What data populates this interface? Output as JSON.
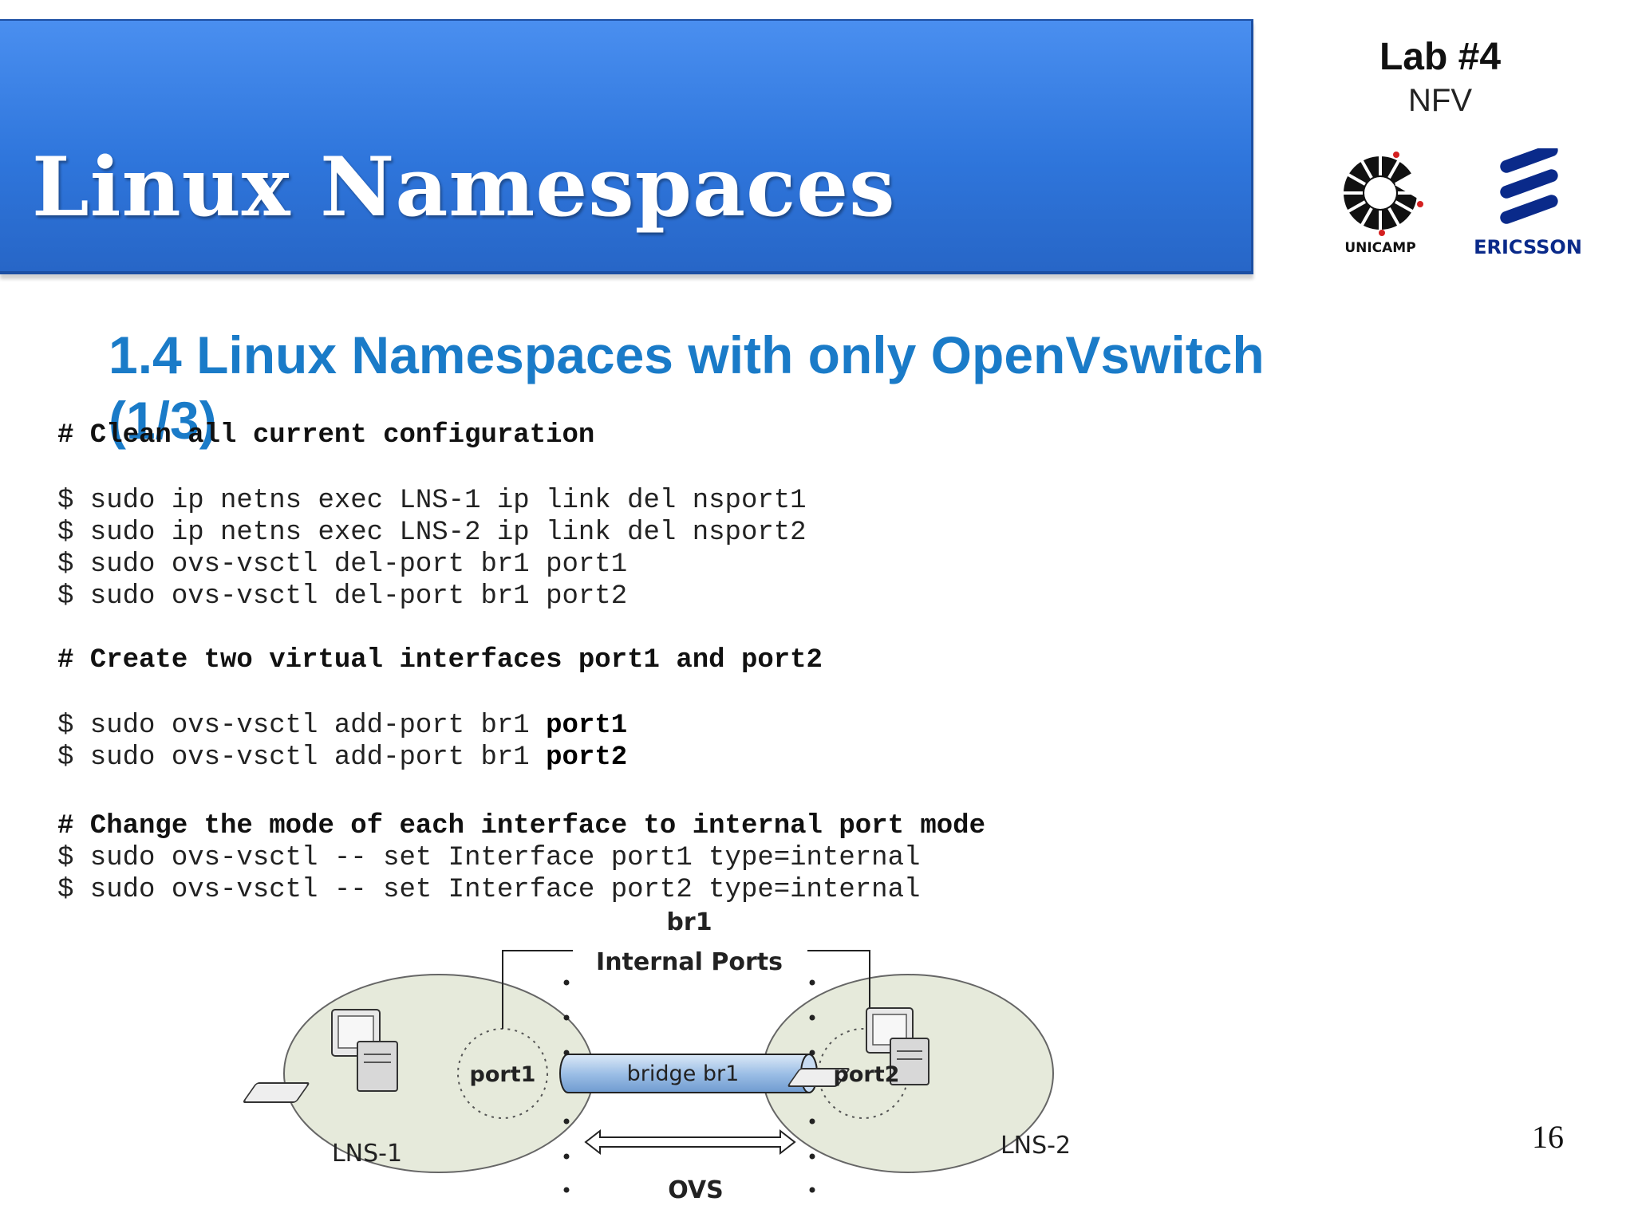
{
  "header": {
    "title": "Linux Namespaces",
    "lab": "Lab #4",
    "course": "NFV",
    "logos": [
      {
        "name": "unicamp-logo",
        "text": "UNICAMP"
      },
      {
        "name": "ericsson-logo",
        "text": "ERICSSON"
      }
    ],
    "colors": {
      "banner": "#2f76dc",
      "heading": "#1a7bc8",
      "ericsson": "#0a2a8a"
    }
  },
  "section": {
    "heading": "1.4 Linux Namespaces with only OpenVswitch (1/3)"
  },
  "code": {
    "comment1": "# Clean all current configuration",
    "clean_cmds": [
      "$ sudo ip netns exec LNS-1 ip link del nsport1",
      "$ sudo ip netns exec LNS-2 ip link del nsport2",
      "$ sudo ovs-vsctl del-port br1 port1",
      "$ sudo ovs-vsctl del-port br1 port2"
    ],
    "comment2": "# Create two virtual interfaces port1 and port2",
    "add_cmds": [
      {
        "prefix": "$ sudo ovs-vsctl add-port br1 ",
        "port": "port1"
      },
      {
        "prefix": "$ sudo ovs-vsctl add-port br1 ",
        "port": "port2"
      }
    ],
    "comment3": "# Change the mode of each interface to internal port mode",
    "set_cmds": [
      "$ sudo ovs-vsctl -- set Interface port1 type=internal",
      "$ sudo ovs-vsctl -- set Interface port2 type=internal"
    ]
  },
  "diagram": {
    "bridge_name": "br1",
    "internal_ports_label": "Internal Ports",
    "port1": "port1",
    "port2": "port2",
    "bridge_label": "bridge br1",
    "ns1": "LNS-1",
    "ns2": "LNS-2",
    "ovs": "OVS",
    "icons": [
      "computer-icon",
      "computer-icon"
    ]
  },
  "page_number": "16"
}
